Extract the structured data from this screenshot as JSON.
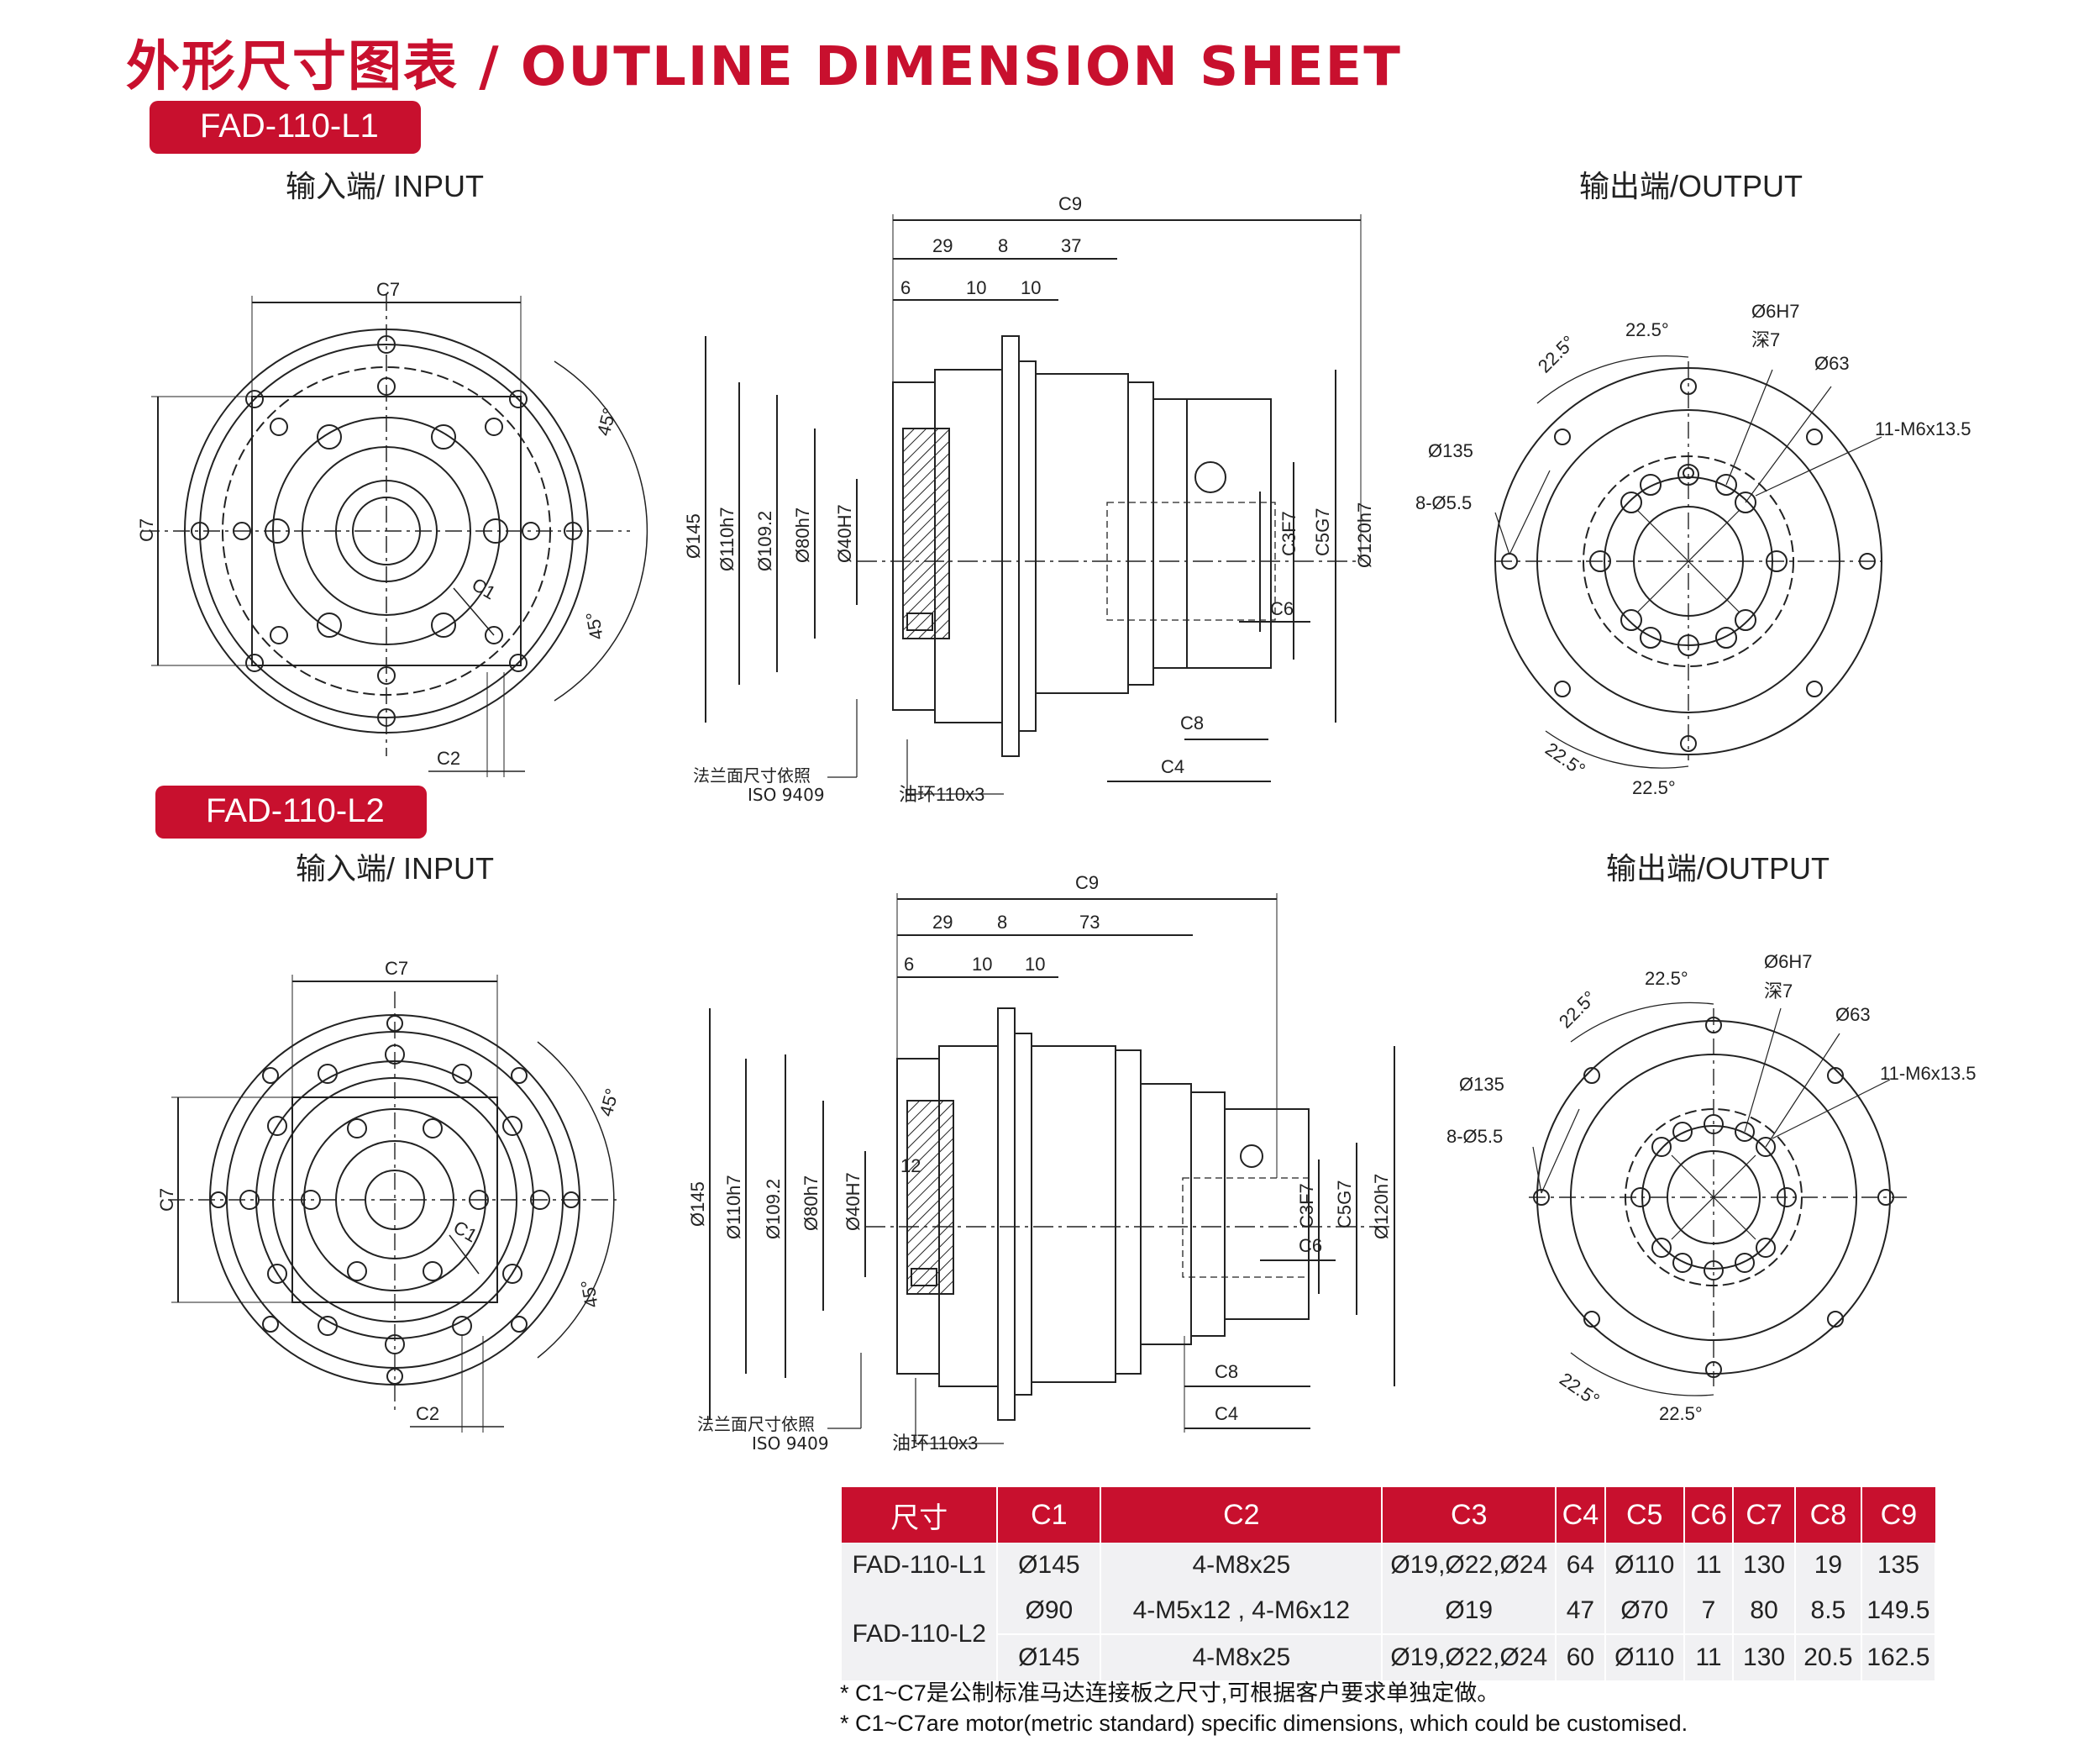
{
  "page": {
    "title": "外形尺寸图表 / OUTLINE DIMENSION SHEET"
  },
  "models": [
    {
      "tag": "FAD-110-L1",
      "input_label": "输入端/ INPUT",
      "output_label": "输出端/OUTPUT",
      "side_dims": {
        "c9": "C9",
        "d29": "29",
        "d8": "8",
        "d37": "37",
        "d6": "6",
        "d10a": "10",
        "d10b": "10"
      },
      "extra_dim": ""
    },
    {
      "tag": "FAD-110-L2",
      "input_label": "输入端/ INPUT",
      "output_label": "输出端/OUTPUT",
      "side_dims": {
        "c9": "C9",
        "d29": "29",
        "d8": "8",
        "d37": "73",
        "d6": "6",
        "d10a": "10",
        "d10b": "10"
      },
      "extra_dim": "12"
    }
  ],
  "drawing_labels": {
    "c7": "C7",
    "c1": "C1",
    "c2": "C2",
    "c3": "C3F7",
    "c4": "C4",
    "c5": "C5G7",
    "c6": "C6",
    "c8": "C8",
    "angle45": "45°",
    "angle225": "22.5°",
    "d145": "Ø145",
    "d110": "Ø110h7",
    "d1092": "Ø109.2",
    "d80": "Ø80h7",
    "d40": "Ø40H7",
    "d120": "Ø120h7",
    "d6h7": "Ø6H7",
    "depth7": "深7",
    "d63": "Ø63",
    "m6": "11-M6x13.5",
    "d135": "Ø135",
    "holes": "8-Ø5.5",
    "flange_note_1": "法兰面尺寸依照",
    "flange_note_2": "ISO 9409",
    "oil_ring": "油环110x3"
  },
  "table": {
    "headers": [
      "尺寸",
      "C1",
      "C2",
      "C3",
      "C4",
      "C5",
      "C6",
      "C7",
      "C8",
      "C9"
    ],
    "rows": [
      {
        "model": "FAD-110-L1",
        "c1": "Ø145",
        "c2": "4-M8x25",
        "c3": "Ø19,Ø22,Ø24",
        "c4": "64",
        "c5": "Ø110",
        "c6": "11",
        "c7": "130",
        "c8": "19",
        "c9": "135"
      },
      {
        "model": "FAD-110-L2",
        "c1": "Ø90",
        "c2": "4-M5x12 , 4-M6x12",
        "c3": "Ø19",
        "c4": "47",
        "c5": "Ø70",
        "c6": "7",
        "c7": "80",
        "c8": "8.5",
        "c9": "149.5"
      },
      {
        "model": "",
        "c1": "Ø145",
        "c2": "4-M8x25",
        "c3": "Ø19,Ø22,Ø24",
        "c4": "60",
        "c5": "Ø110",
        "c6": "11",
        "c7": "130",
        "c8": "20.5",
        "c9": "162.5"
      }
    ]
  },
  "notes": [
    "* C1~C7是公制标准马达连接板之尺寸,可根据客户要求单独定做。",
    "* C1~C7are motor(metric standard)  specific dimensions, which could be customised."
  ],
  "colors": {
    "accent": "#c8102e",
    "table_row": "#f1f1f3"
  }
}
